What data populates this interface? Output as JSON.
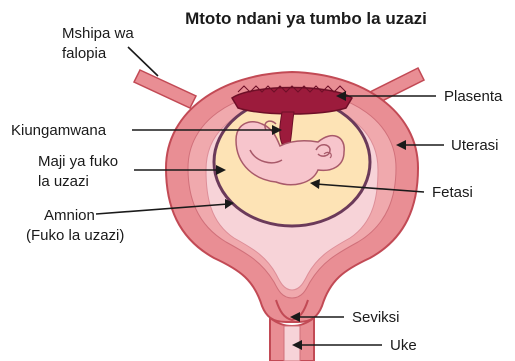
{
  "title": "Mtoto ndani ya tumbo la uzazi",
  "labels": {
    "fallopian_1": "Mshipa wa",
    "fallopian_2": "falopia",
    "placenta": "Plasenta",
    "umbilical_cord": "Kiungamwana",
    "uterus": "Uterasi",
    "amniotic_fluid_1": "Maji ya fuko",
    "amniotic_fluid_2": "la uzazi",
    "fetus": "Fetasi",
    "amnion_1": "Amnion",
    "amnion_2": "(Fuko la uzazi)",
    "cervix": "Seviksi",
    "vagina": "Uke"
  },
  "colors": {
    "uterus_wall": "#e98e94",
    "uterus_outline": "#c24a55",
    "uterus_inner": "#f0a9ad",
    "cavity": "#f7d3d8",
    "amniotic_fluid": "#fde3b5",
    "amnion": "#6b3a5a",
    "placenta": "#9c1b3c",
    "fetus": "#f7c5cc",
    "fetus_outline": "#a85a6a",
    "text": "#1a1a1a"
  }
}
